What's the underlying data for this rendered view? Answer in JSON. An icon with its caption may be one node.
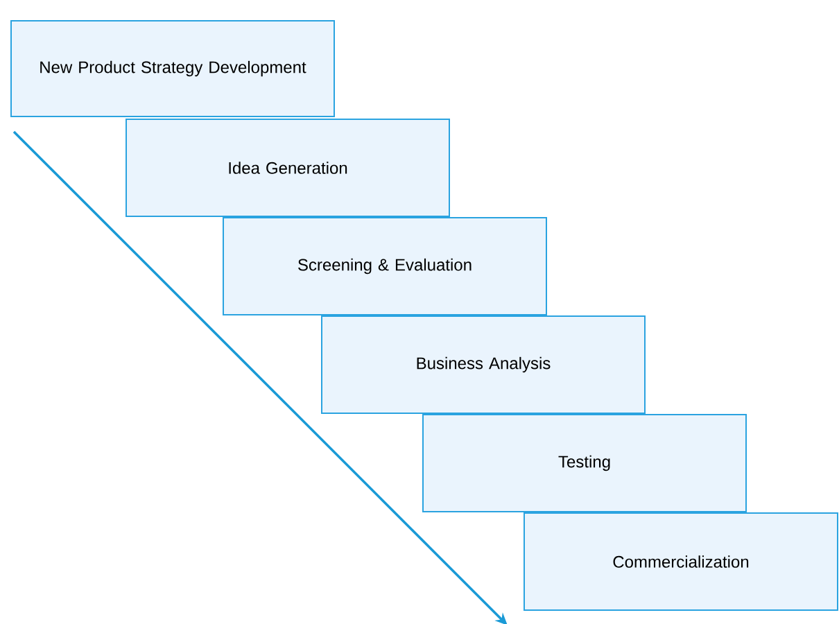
{
  "diagram": {
    "nodes": [
      {
        "text": [
          "New Product Strategy Development"
        ]
      },
      {
        "text": [
          "Idea Generation"
        ]
      },
      {
        "text": [
          "Screening & Evaluation"
        ]
      },
      {
        "text": [
          "Business Analysis"
        ]
      },
      {
        "text": [
          "Testing"
        ]
      },
      {
        "text": [
          "Commercialization"
        ]
      }
    ]
  }
}
